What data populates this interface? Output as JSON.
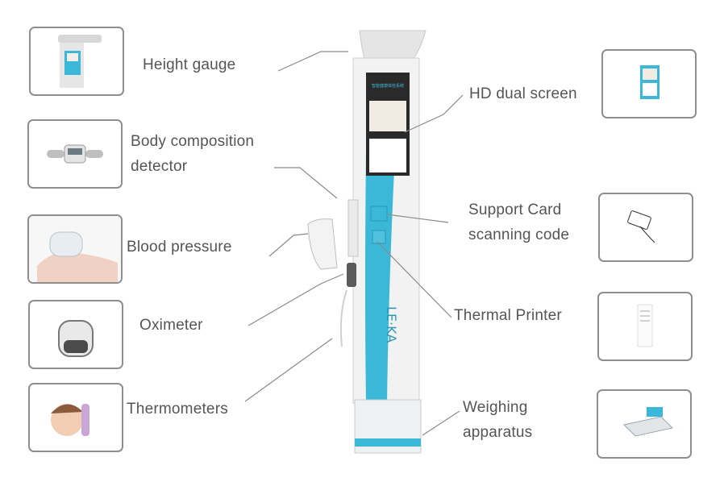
{
  "labels": {
    "height_gauge": "Height gauge",
    "body_composition_line1": "Body composition",
    "body_composition_line2": "detector",
    "blood_pressure": "Blood pressure",
    "oximeter": "Oximeter",
    "thermometers": "Thermometers",
    "hd_dual_screen": "HD dual screen",
    "support_card_line1": "Support Card",
    "support_card_line2": "scanning code",
    "thermal_printer": "Thermal Printer",
    "weighing_line1": "Weighing",
    "weighing_line2": "apparatus"
  },
  "machine": {
    "brand": "LE·KA",
    "screen_title": "智能健康体检系统"
  },
  "colors": {
    "accent": "#3bb8d8",
    "border": "#8e8e8e",
    "text": "#555555"
  }
}
